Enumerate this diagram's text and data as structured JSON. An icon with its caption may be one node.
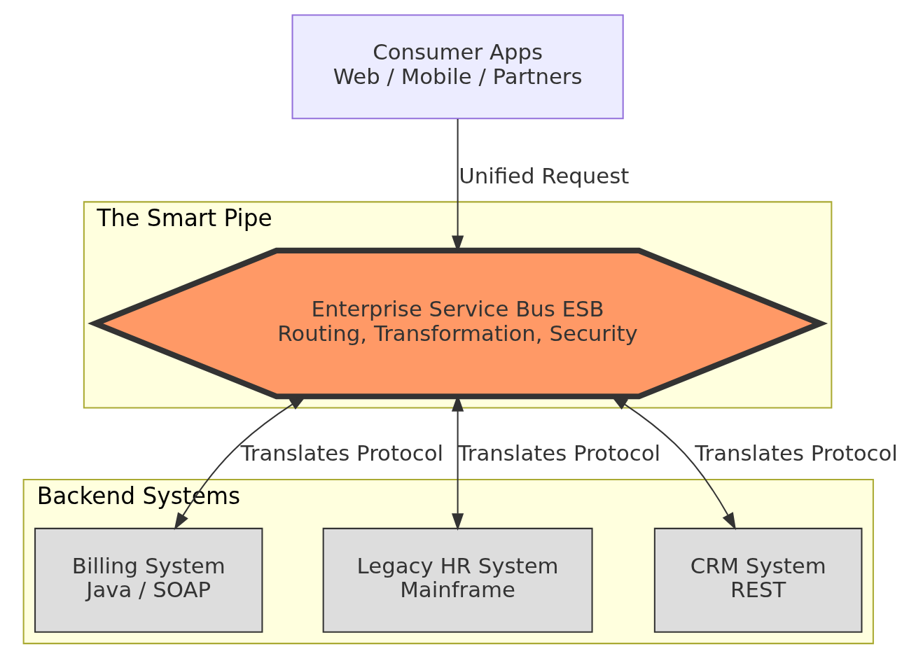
{
  "diagram": {
    "nodes": [
      {
        "text": [
          "Consumer Apps",
          "Web / Mobile / Partners"
        ]
      },
      {
        "text": [
          "The Smart Pipe"
        ]
      },
      {
        "text": [
          "Enterprise Service Bus ESB",
          "Routing, Transformation, Security"
        ],
        "in": 1
      },
      {
        "text": [
          "Backend Systems"
        ]
      },
      {
        "text": [
          "Billing System",
          "Java / SOAP"
        ],
        "in": 3
      },
      {
        "text": [
          "Legacy HR System",
          "Mainframe"
        ],
        "in": 3
      },
      {
        "text": [
          "CRM System",
          "REST"
        ],
        "in": 3
      }
    ],
    "edges": [
      {
        "from": 0,
        "to": 2,
        "arrow": "to",
        "label": "Unified Request"
      },
      {
        "from": 2,
        "to": 4,
        "arrow": "both",
        "label": "Translates Protocol"
      },
      {
        "from": 2,
        "to": 5,
        "arrow": "both",
        "label": "Translates Protocol"
      },
      {
        "from": 2,
        "to": 6,
        "arrow": "both",
        "label": "Translates Protocol"
      }
    ]
  }
}
